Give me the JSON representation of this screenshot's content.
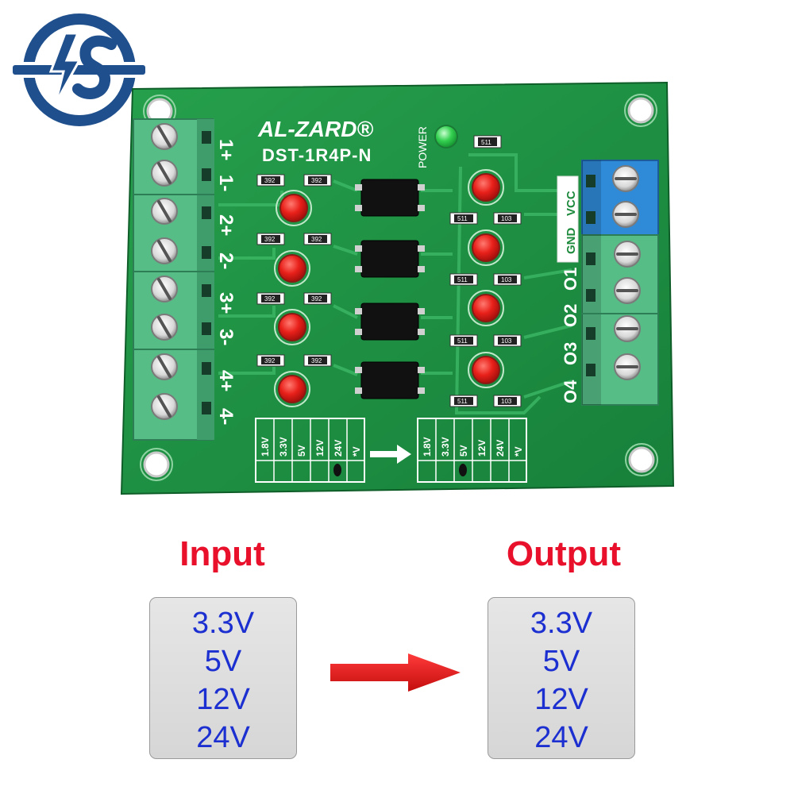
{
  "board": {
    "brand": "AL-ZARD®",
    "model": "DST-1R4P-N",
    "power_label": "POWER",
    "input_terminals": [
      "1+",
      "1-",
      "2+",
      "2-",
      "3+",
      "3-",
      "4+",
      "4-"
    ],
    "output_terminals": [
      "GND",
      "VCC",
      "O1",
      "O2",
      "O3",
      "O4"
    ],
    "resistor_codes": {
      "input": "392",
      "output_a": "511",
      "output_b": "103",
      "power": "511"
    },
    "jumper_labels": [
      "1.8V",
      "3.3V",
      "5V",
      "12V",
      "24V",
      "*V"
    ]
  },
  "input_panel": {
    "heading": "Input",
    "values": [
      "3.3V",
      "5V",
      "12V",
      "24V"
    ]
  },
  "output_panel": {
    "heading": "Output",
    "values": [
      "3.3V",
      "5V",
      "12V",
      "24V"
    ]
  },
  "colors": {
    "heading": "#e8102a",
    "voltage_text": "#1c2fd0",
    "arrow": "#e21414",
    "pcb": "#1e8a3e",
    "logo": "#1f4f8c",
    "terminal_green": "#5cc08a",
    "terminal_blue": "#2f8ad8",
    "led_red": "#e8201a",
    "led_green": "#34d050"
  },
  "logo": {
    "icon": "is-logo-icon"
  }
}
